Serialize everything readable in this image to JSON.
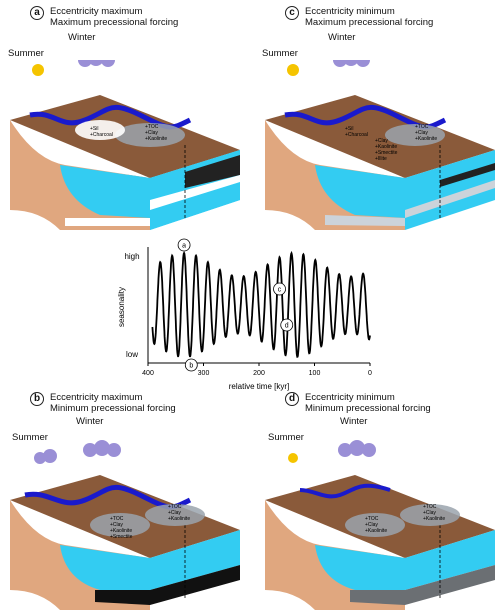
{
  "panels": {
    "a": {
      "letter": "a",
      "line1": "Eccentricity maximum",
      "line2": "Maximum precessional forcing",
      "summer": "Summer",
      "winter": "Winter",
      "labels": [
        "+Sil",
        "+Charcoal",
        "+TOC",
        "+Clay",
        "+Kaolinite"
      ]
    },
    "c": {
      "letter": "c",
      "line1": "Eccentricity minimum",
      "line2": "Maximum precessional forcing",
      "summer": "Summer",
      "winter": "Winter",
      "labels": [
        "+Sil",
        "+Charcoal",
        "+Clay",
        "+Kaolinite",
        "+Smectite",
        "+Illite",
        "+TOC",
        "+Clay",
        "+Kaolinite"
      ]
    },
    "b": {
      "letter": "b",
      "line1": "Eccentricity maximum",
      "line2": "Minimum precessional forcing",
      "summer": "Summer",
      "winter": "Winter",
      "labels": [
        "+TOC",
        "+Clay",
        "+Kaolinite",
        "+Smectite",
        "+TOC",
        "+Clay",
        "+Kaolinite"
      ]
    },
    "d": {
      "letter": "d",
      "line1": "Eccentricity minimum",
      "line2": "Minimum precessional forcing",
      "summer": "Summer",
      "winter": "Winter",
      "labels": [
        "+TOC",
        "+Clay",
        "+Kaolinite",
        "+TOC",
        "+Clay",
        "+Kaolinite"
      ]
    }
  },
  "chart_data": {
    "type": "line",
    "ylabel": "seasonality",
    "xlabel": "relative time [kyr]",
    "ytick_labels": {
      "high": "high",
      "low": "low"
    },
    "x_ticks": [
      400,
      300,
      200,
      100,
      0
    ],
    "xlim": [
      400,
      0
    ],
    "markers": [
      {
        "label": "a",
        "x": 335,
        "kind": "max"
      },
      {
        "label": "b",
        "x": 322,
        "kind": "min"
      },
      {
        "label": "c",
        "x": 163,
        "kind": "max"
      },
      {
        "label": "d",
        "x": 150,
        "kind": "min"
      }
    ]
  },
  "colors": {
    "water": "#33ccf2",
    "land": "#8a5a3a",
    "sediment": "#e0a77f",
    "river": "#1a1acc",
    "black": "#111111",
    "grey": "#9aa3ad"
  }
}
